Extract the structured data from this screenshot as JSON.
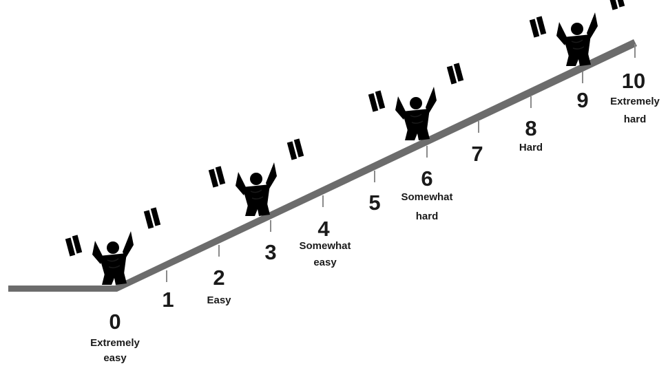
{
  "scale": [
    {
      "value": "0",
      "label_lines": [
        "Extremely",
        "easy"
      ]
    },
    {
      "value": "1",
      "label_lines": []
    },
    {
      "value": "2",
      "label_lines": [
        "Easy"
      ]
    },
    {
      "value": "3",
      "label_lines": []
    },
    {
      "value": "4",
      "label_lines": [
        "Somewhat",
        "easy"
      ]
    },
    {
      "value": "5",
      "label_lines": []
    },
    {
      "value": "6",
      "label_lines": [
        "Somewhat",
        "hard"
      ]
    },
    {
      "value": "7",
      "label_lines": []
    },
    {
      "value": "8",
      "label_lines": [
        "Hard"
      ]
    },
    {
      "value": "9",
      "label_lines": []
    },
    {
      "value": "10",
      "label_lines": [
        "Extremely",
        "hard"
      ]
    }
  ],
  "colors": {
    "ramp": "#6c6c6c",
    "ticks": "#8a8a8a",
    "text": "#1a1a1a"
  },
  "figures": [
    "weightlifter-icon",
    "weightlifter-icon",
    "weightlifter-icon",
    "weightlifter-icon"
  ]
}
